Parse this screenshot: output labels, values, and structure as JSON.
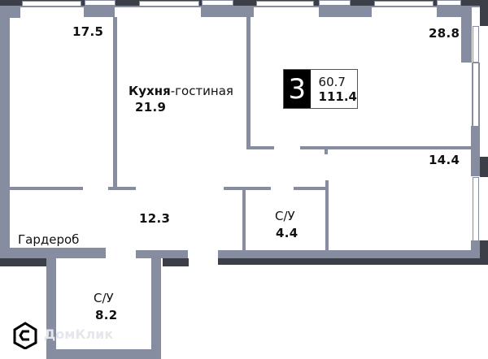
{
  "plan": {
    "type": "apartment-floor-plan",
    "room_count": "3",
    "living_area": "60.7",
    "total_area": "111.4",
    "rooms": [
      {
        "id": "bedroom-left",
        "label": "",
        "area": "17.5"
      },
      {
        "id": "kitchen-living",
        "label_bold": "Кухня",
        "label_rest": "-гостиная",
        "area": "21.9"
      },
      {
        "id": "bedroom-large",
        "label": "",
        "area": "28.8"
      },
      {
        "id": "bedroom-right",
        "label": "",
        "area": "14.4"
      },
      {
        "id": "hall",
        "label": "",
        "area": "12.3"
      },
      {
        "id": "wardrobe",
        "label": "Гардероб",
        "area": ""
      },
      {
        "id": "bathroom-small",
        "label": "С/У",
        "area": "4.4"
      },
      {
        "id": "bathroom-lower",
        "label": "С/У",
        "area": "8.2"
      }
    ],
    "colors": {
      "wall": "#878da0",
      "outer_wall_dark": "#3d3f48",
      "badge_bg": "#000000",
      "badge_text": "#ffffff"
    }
  },
  "watermark": {
    "text": "ДомКлик"
  }
}
